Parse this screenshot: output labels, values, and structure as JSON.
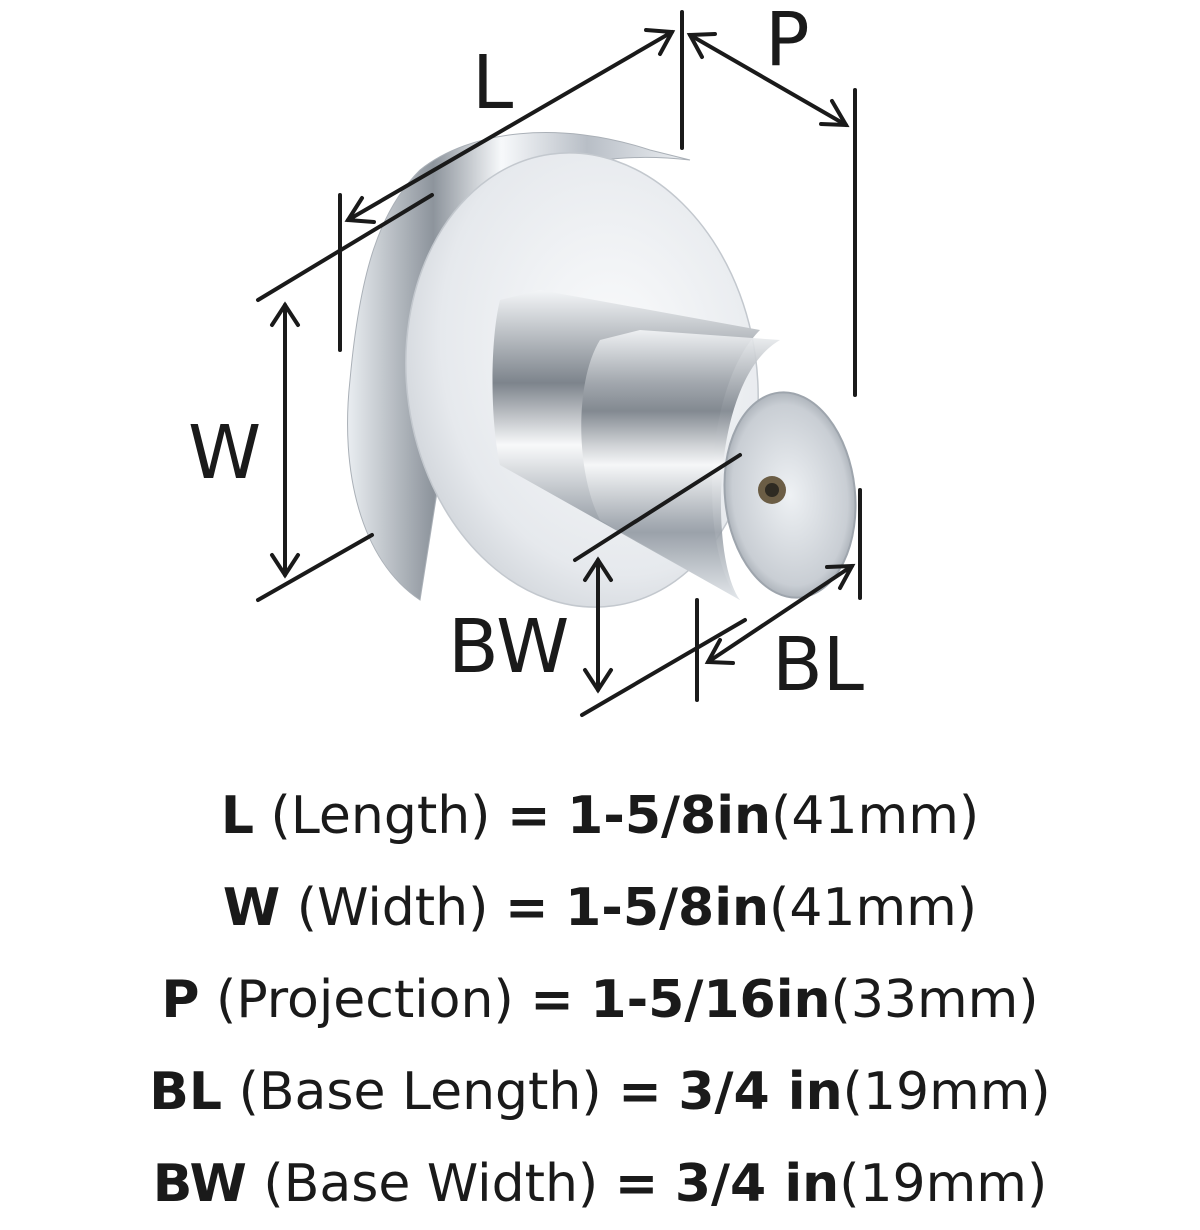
{
  "labels": {
    "L": "L",
    "P": "P",
    "W": "W",
    "BW": "BW",
    "BL": "BL"
  },
  "specs": [
    {
      "code": "L",
      "name": "(Length)",
      "eq": "=",
      "imperial": "1-5/8in",
      "metric": "(41mm)"
    },
    {
      "code": "W",
      "name": "(Width)",
      "eq": "=",
      "imperial": "1-5/8in",
      "metric": "(41mm)"
    },
    {
      "code": "P",
      "name": "(Projection)",
      "eq": "=",
      "imperial": "1-5/16in",
      "metric": "(33mm)"
    },
    {
      "code": "BL",
      "name": "(Base Length)",
      "eq": "=",
      "imperial": "3/4 in",
      "metric": "(19mm)"
    },
    {
      "code": "BW",
      "name": "(Base Width)",
      "eq": "=",
      "imperial": "3/4 in",
      "metric": "(19mm)"
    }
  ],
  "colors": {
    "line": "#1a1a1a",
    "chrome_light": "#f4f6f8",
    "chrome_mid": "#c9cfd6",
    "chrome_dark": "#5b626b"
  }
}
